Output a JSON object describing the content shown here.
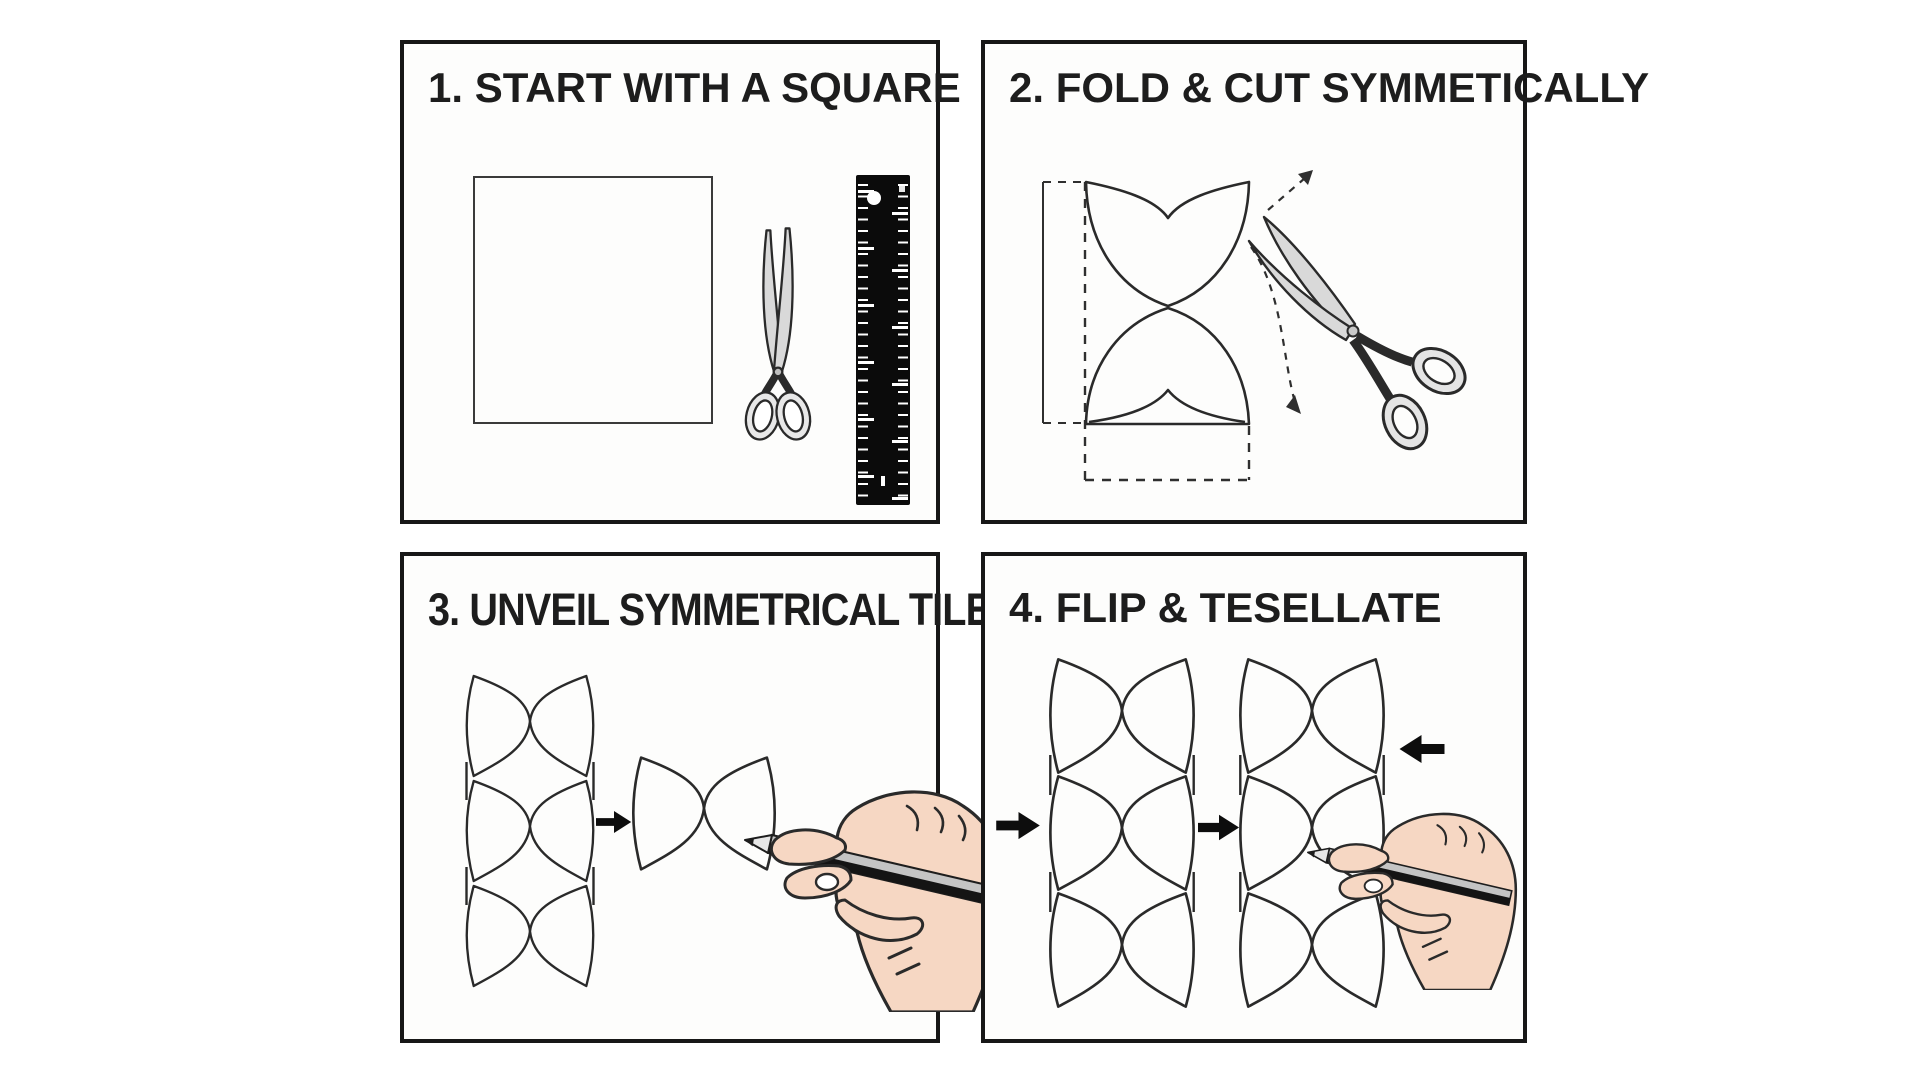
{
  "page": {
    "background": "#ffffff",
    "panel_background": "#fdfdfc",
    "panel_border_color": "#171717",
    "ink_color": "#2a2a2a"
  },
  "panels": [
    {
      "step": 1,
      "title": "1. START WITH A SQUARE"
    },
    {
      "step": 2,
      "title": "2. FOLD & CUT SYMMETICALLY"
    },
    {
      "step": 3,
      "title": "3. UNVEIL SYMMETRICAL TILE"
    },
    {
      "step": 4,
      "title": "4. FLIP & TESELLATE"
    }
  ],
  "icons": {
    "paper-square": "thin outlined square of paper",
    "scissors-closed": "closed scissors pointing up",
    "scissors-open": "open scissors cutting diagonally",
    "ruler": "black ruler with white tick marks and hanging hole",
    "folded-paper-shape": "folded paper with symmetrical curved cuts and dashed fold outline",
    "cut-direction-arrows": "dashed arrows showing cut directions",
    "butterfly-strip": "vertical strip of three symmetrical butterfly tiles",
    "butterfly-tile": "single unfolded symmetrical butterfly tile",
    "block-arrow": "solid black block arrow",
    "hand-with-pencil": "hand holding a pencil tracing the tile"
  },
  "colors": {
    "metal": "#d9d9d9",
    "metal_light": "#e8e8e8",
    "ruler_black": "#0b0b0b",
    "skin": "#f6d7c3",
    "pencil_gray": "#c4c4c4",
    "arrow_black": "#0d0d0d"
  }
}
